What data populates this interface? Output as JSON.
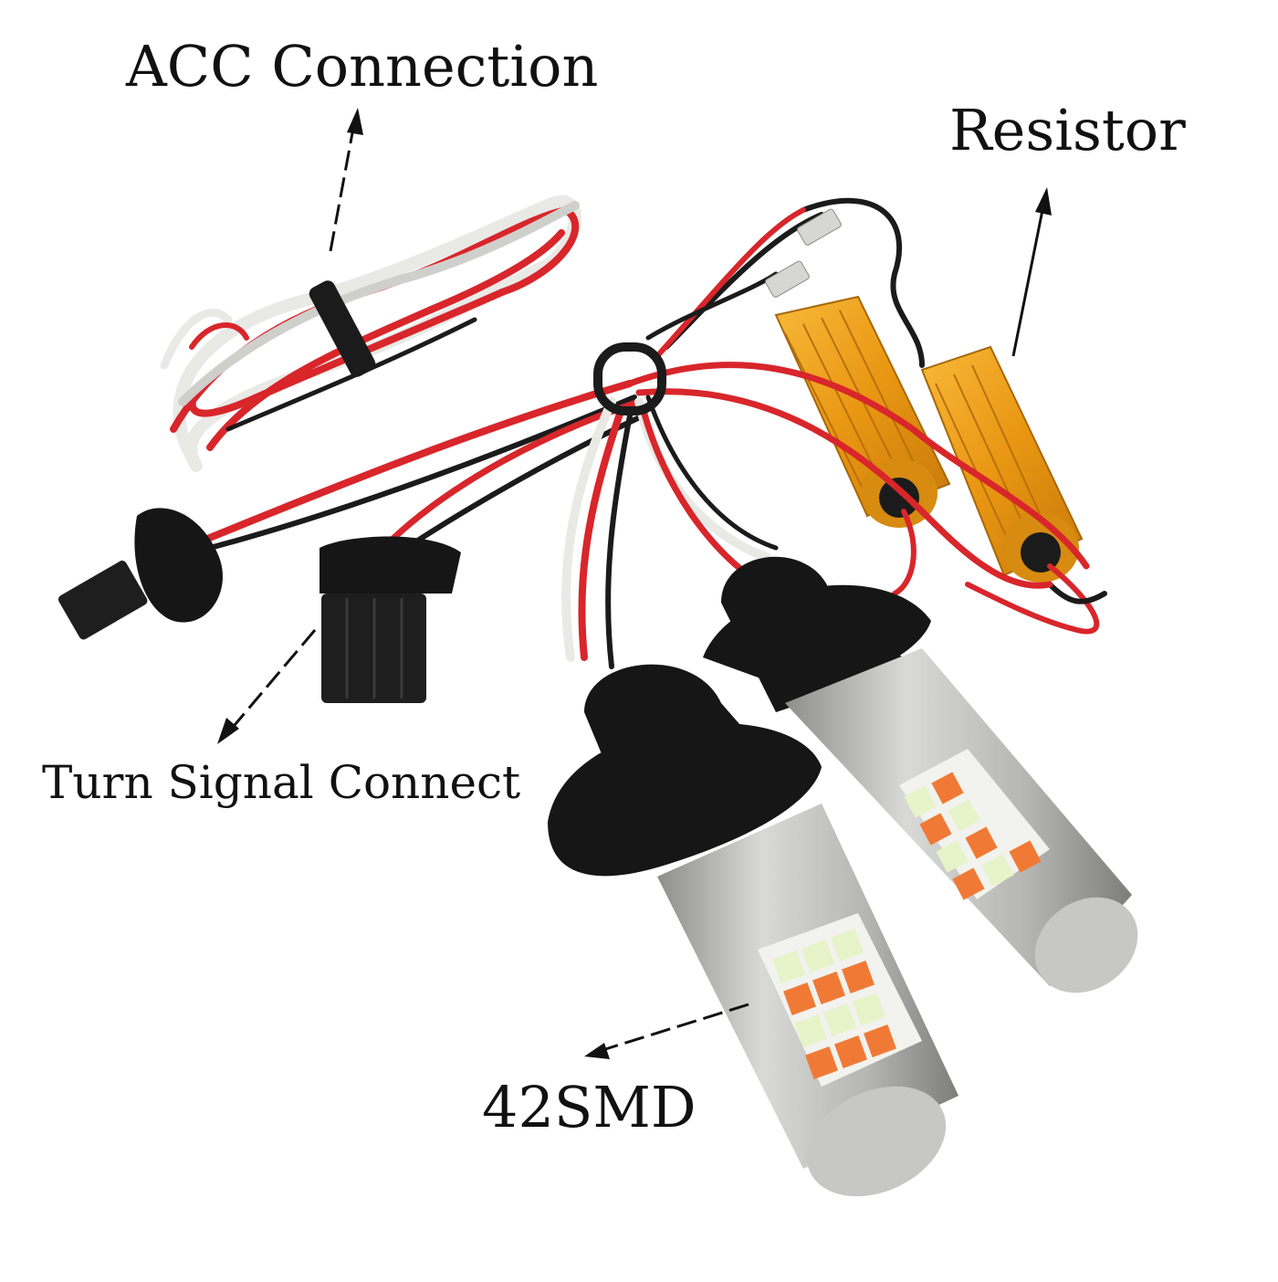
{
  "labels": {
    "acc": "ACC Connection",
    "resistor": "Resistor",
    "turn_signal": "Turn Signal Connect",
    "smd": "42SMD"
  },
  "colors": {
    "wire_red": "#d8262b",
    "wire_white": "#e9e9e6",
    "wire_black": "#1b1b1b",
    "resistor_gold": "#f0a21a",
    "bulb_body": "#b8b8b6",
    "led_white": "#e7f3c9",
    "led_amber": "#f07a35",
    "rubber_black": "#161616"
  }
}
